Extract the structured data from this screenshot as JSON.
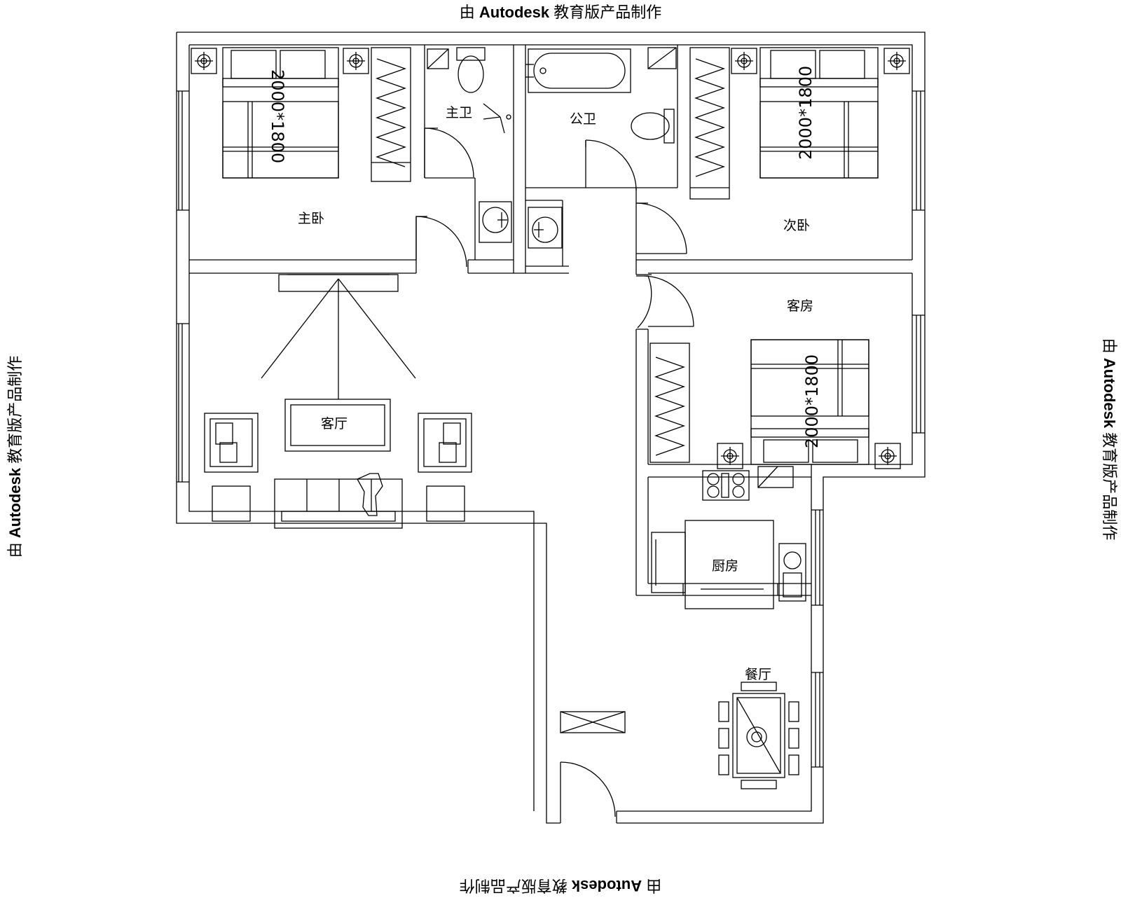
{
  "watermark": {
    "prefix": "由",
    "brand": "Autodesk",
    "suffix": "教育版产品制作"
  },
  "rooms": {
    "master_bedroom": "主卧",
    "master_bath": "主卫",
    "public_bath": "公卫",
    "second_bedroom": "次卧",
    "guest_room": "客房",
    "living_room": "客厅",
    "kitchen": "厨房",
    "dining_room": "餐厅"
  },
  "bed_sizes": {
    "master": "2000*1800",
    "second": "2000*1800",
    "guest": "2000*1800"
  }
}
